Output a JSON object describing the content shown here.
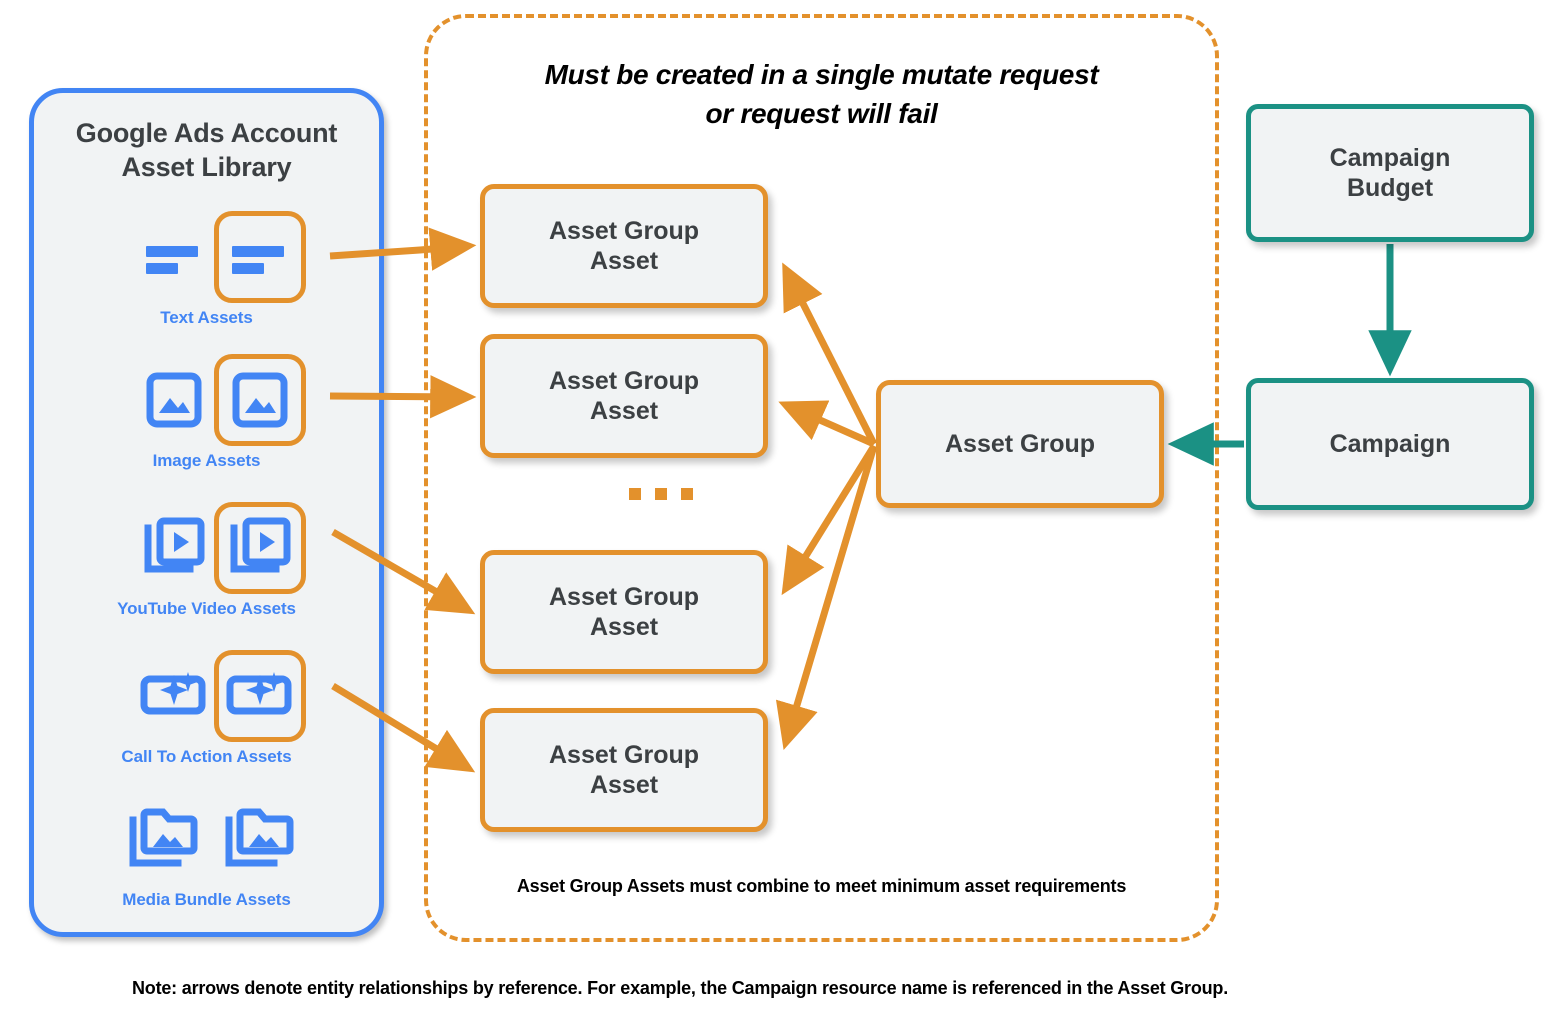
{
  "library": {
    "title": "Google Ads Account\nAsset Library",
    "title_line1": "Google Ads Account",
    "title_line2": "Asset Library",
    "border_color": "#4285F4",
    "items": [
      {
        "label": "Text Assets",
        "icon": "text-asset-icon",
        "highlighted": true
      },
      {
        "label": "Image Assets",
        "icon": "image-asset-icon",
        "highlighted": true
      },
      {
        "label": "YouTube Video  Assets",
        "icon": "video-asset-icon",
        "highlighted": true
      },
      {
        "label": "Call To Action Assets",
        "icon": "call-to-action-icon",
        "highlighted": true
      },
      {
        "label": "Media Bundle  Assets",
        "icon": "media-bundle-icon",
        "highlighted": false
      }
    ]
  },
  "mutate_group": {
    "header_line1": "Must be created in a single mutate request",
    "header_line2": "or request will fail",
    "footer_note": "Asset Group Assets must combine to meet minimum asset requirements",
    "border_color": "#E3912C",
    "asset_group_assets": [
      {
        "label_line1": "Asset Group",
        "label_line2": "Asset"
      },
      {
        "label_line1": "Asset Group",
        "label_line2": "Asset"
      },
      {
        "label_line1": "Asset Group",
        "label_line2": "Asset"
      },
      {
        "label_line1": "Asset Group",
        "label_line2": "Asset"
      }
    ],
    "ellipsis": "..."
  },
  "nodes": {
    "asset_group": {
      "label": "Asset Group",
      "color": "#E3912C"
    },
    "campaign_budget": {
      "label_line1": "Campaign",
      "label_line2": "Budget",
      "color": "#1B9184"
    },
    "campaign": {
      "label": "Campaign",
      "color": "#1B9184"
    }
  },
  "footer": {
    "note": "Note: arrows denote entity relationships by reference. For example, the Campaign resource name is referenced in the Asset Group."
  },
  "colors": {
    "orange": "#E3912C",
    "blue": "#4285F4",
    "teal": "#1B9184",
    "node_fill": "#F1F3F4",
    "text_dark": "#3C4043"
  }
}
